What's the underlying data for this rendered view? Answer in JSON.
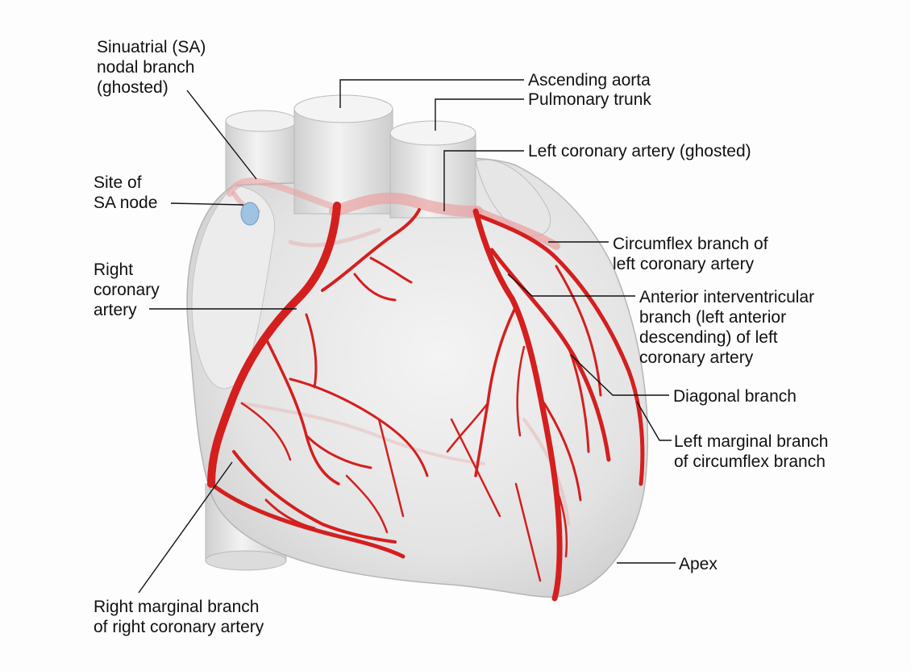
{
  "labels": {
    "sa_nodal_branch": [
      "Sinuatrial (SA)",
      "nodal branch",
      "(ghosted)"
    ],
    "site_sa_node": [
      "Site of",
      "SA node"
    ],
    "right_coronary": [
      "Right",
      "coronary",
      "artery"
    ],
    "right_marginal": [
      "Right marginal branch",
      "of right coronary artery"
    ],
    "ascending_aorta": [
      "Ascending aorta"
    ],
    "pulmonary_trunk": [
      "Pulmonary trunk"
    ],
    "left_coronary": [
      "Left coronary artery (ghosted)"
    ],
    "circumflex": [
      "Circumflex branch of",
      "left coronary artery"
    ],
    "anterior_interventricular": [
      "Anterior interventricular",
      "branch (left anterior",
      "descending) of left",
      "coronary artery"
    ],
    "diagonal": [
      "Diagonal branch"
    ],
    "left_marginal": [
      "Left marginal branch",
      "of circumflex branch"
    ],
    "apex": [
      "Apex"
    ]
  },
  "colors": {
    "artery": "#d41f1f",
    "artery_ghost": "#e9a3a3",
    "heart_tissue": "#e7e7e7",
    "leader_line": "#111111",
    "sa_node": "#9fc3e3"
  }
}
